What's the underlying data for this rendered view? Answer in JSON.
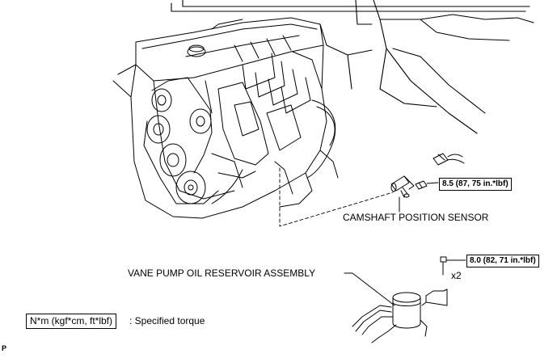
{
  "labels": {
    "camshaft_sensor": "CAMSHAFT POSITION SENSOR",
    "vane_pump": "VANE PUMP OIL RESERVOIR ASSEMBLY",
    "quantity": "x2",
    "figure_code": "P"
  },
  "torques": {
    "camshaft_bolt": "8.5 (87, 75 in.*lbf)",
    "reservoir_bolt": "8.0 (82, 71 in.*lbf)"
  },
  "legend": {
    "box_text": "N*m (kgf*cm, ft*lbf)",
    "description": ": Specified torque"
  }
}
